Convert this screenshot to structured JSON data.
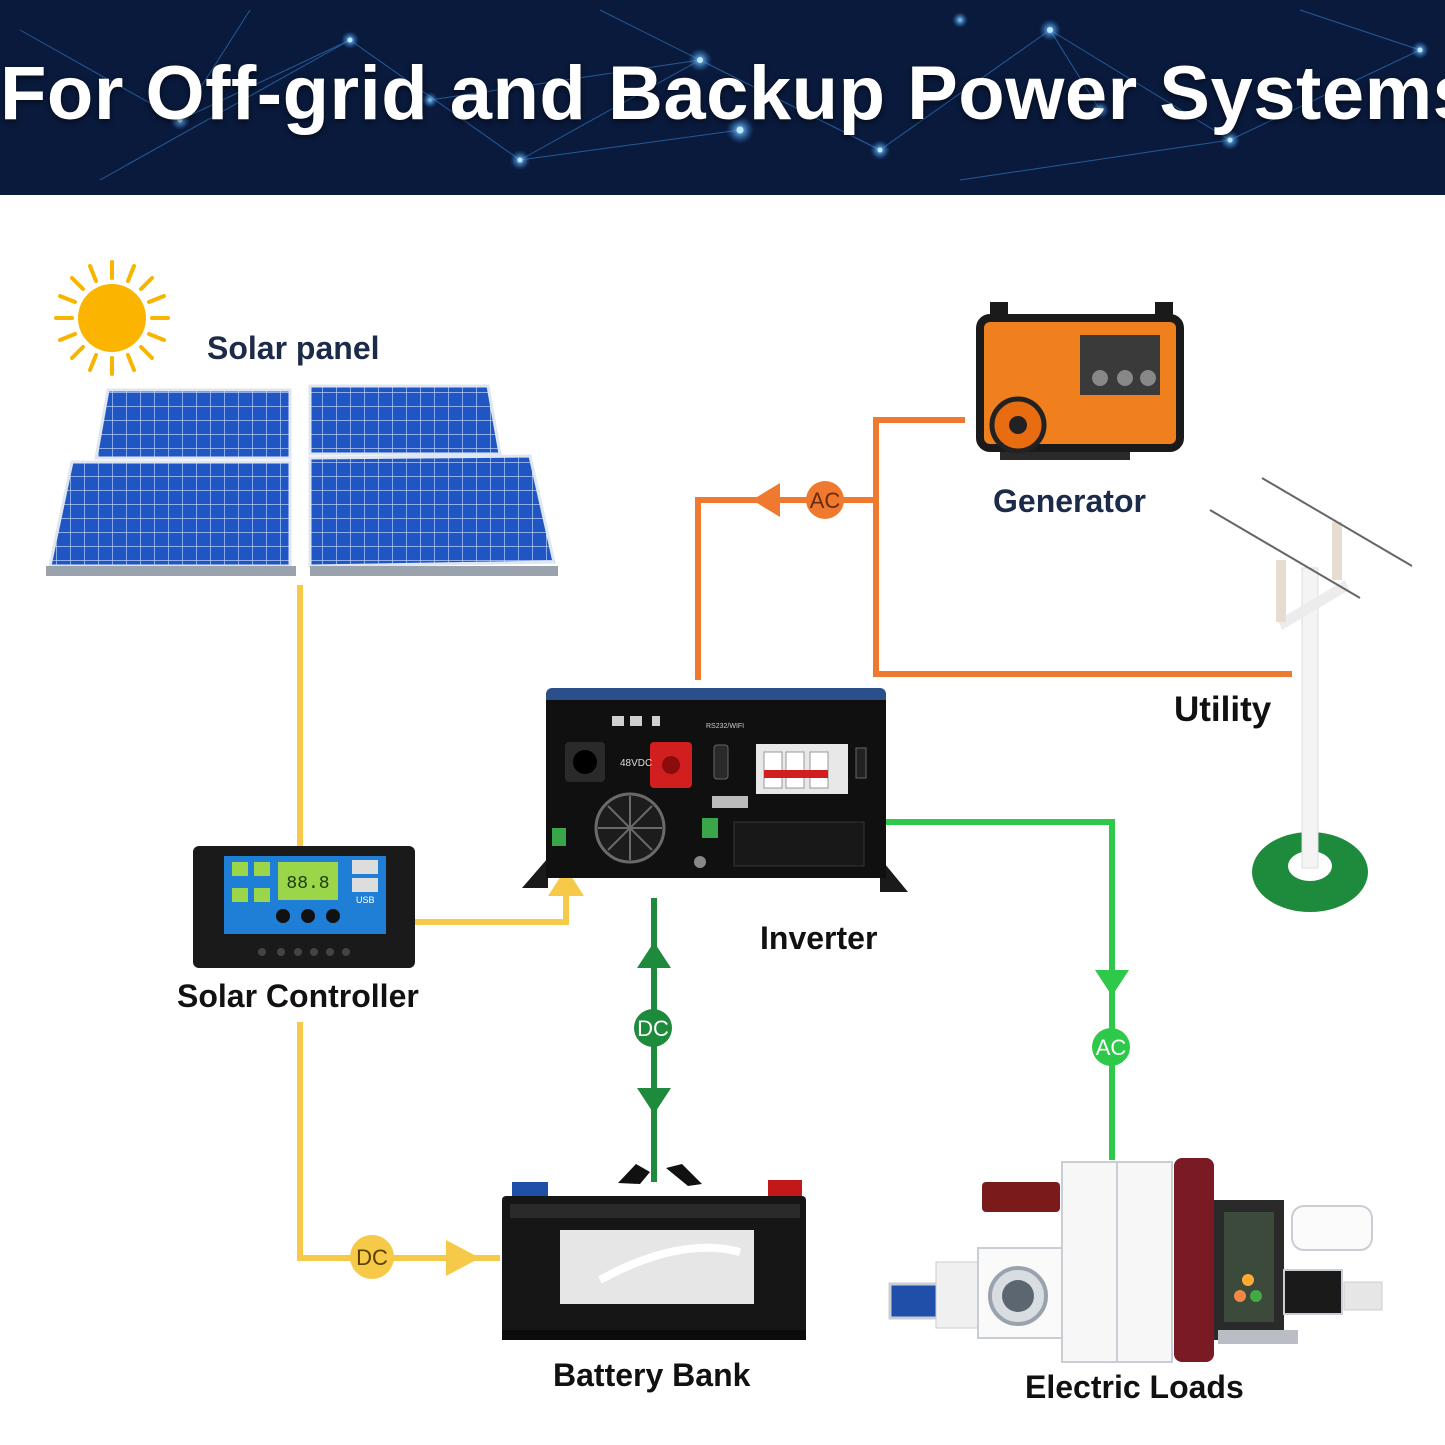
{
  "banner": {
    "title": "For Off-grid and Backup Power Systems"
  },
  "components": {
    "solar_panel": "Solar panel",
    "generator": "Generator",
    "utility": "Utility",
    "inverter": "Inverter",
    "solar_controller": "Solar Controller",
    "battery_bank": "Battery Bank",
    "electric_loads": "Electric Loads"
  },
  "inverter_panel": {
    "voltage": "48VDC",
    "port_label": "RS232/WIFI"
  },
  "controller_display": {
    "reading": "88.8",
    "usb": "USB"
  },
  "connections": {
    "generator_to_inverter": "AC",
    "inverter_battery": "DC",
    "inverter_to_loads": "AC",
    "controller_to_battery": "DC"
  },
  "colors": {
    "solar_dc_line": "#f7c948",
    "ac_input_line": "#f07930",
    "battery_dc_line": "#1e8a3c",
    "ac_output_line": "#2ec84a",
    "banner_bg": "#0a1a3c",
    "label_navy": "#1c2b4a"
  }
}
